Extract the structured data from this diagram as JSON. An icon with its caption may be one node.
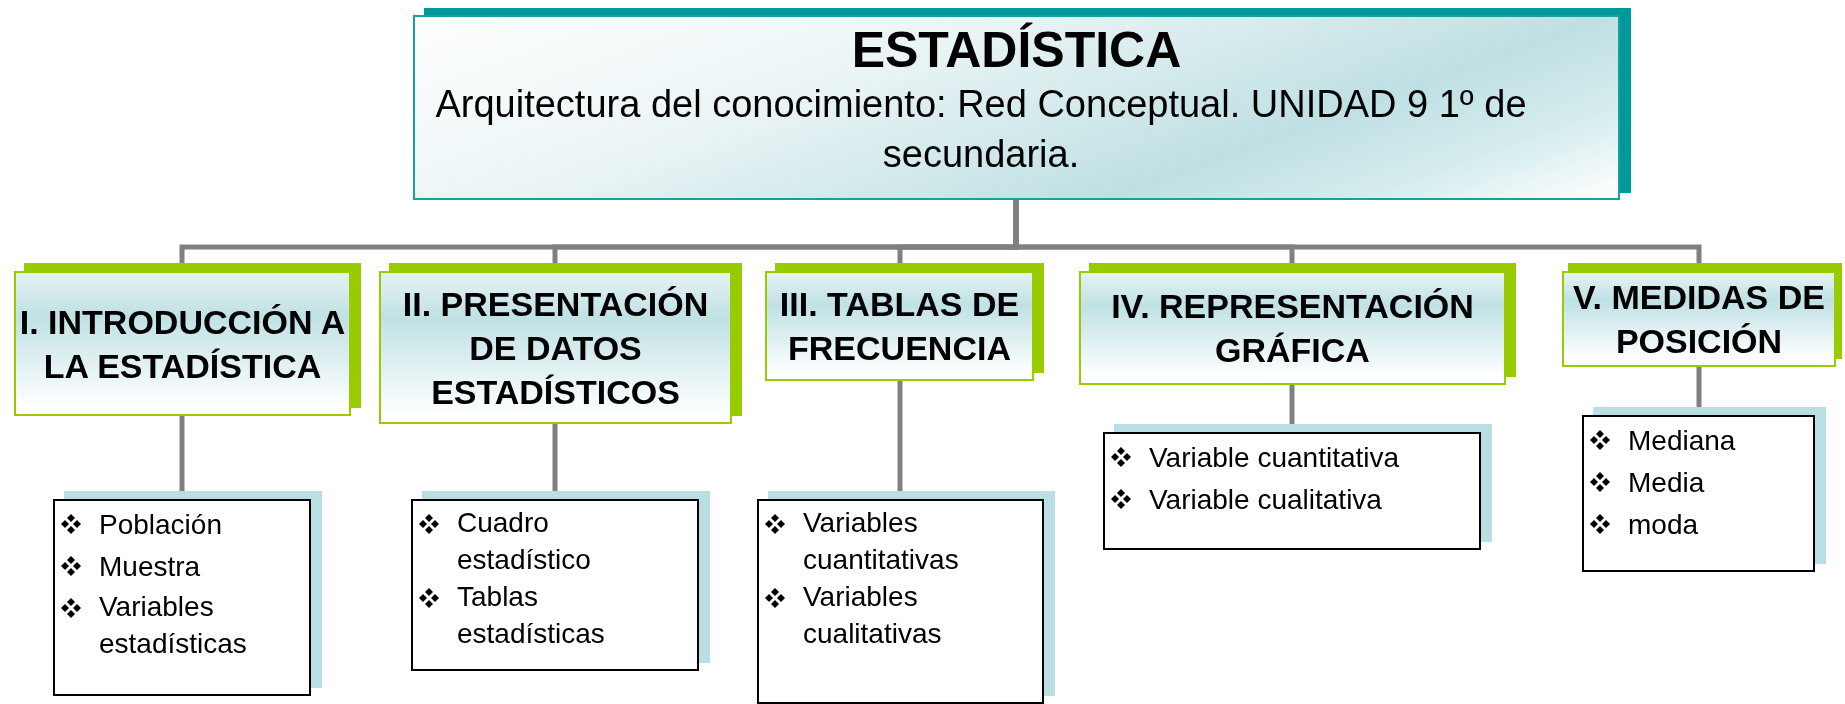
{
  "diagram": {
    "nodes": [
      {
        "text": [
          "ESTADÍSTICA",
          "Arquitectura del conocimiento: Red Conceptual. UNIDAD 9 1º de secundaria."
        ]
      },
      {
        "text": [
          "I. INTRODUCCIÓN A LA ESTADÍSTICA"
        ]
      },
      {
        "text": [
          "II. PRESENTACIÓN DE DATOS ESTADÍSTICOS"
        ]
      },
      {
        "text": [
          "III. TABLAS DE FRECUENCIA"
        ]
      },
      {
        "text": [
          "IV. REPRESENTACIÓN GRÁFICA"
        ]
      },
      {
        "text": [
          "V. MEDIDAS DE POSICIÓN"
        ]
      },
      {
        "text": [
          "Población",
          "Muestra",
          "Variables estadísticas"
        ]
      },
      {
        "text": [
          "Cuadro estadístico",
          "Tablas estadísticas"
        ]
      },
      {
        "text": [
          "Variables cuantitativas",
          "Variables cualitativas"
        ]
      },
      {
        "text": [
          "Variable cuantitativa",
          "Variable cualitativa"
        ]
      },
      {
        "text": [
          "Mediana",
          "Media",
          "moda"
        ]
      }
    ],
    "edges": [
      {
        "from": 0,
        "to": 1,
        "arrow": "none"
      },
      {
        "from": 0,
        "to": 2,
        "arrow": "none"
      },
      {
        "from": 0,
        "to": 3,
        "arrow": "none"
      },
      {
        "from": 0,
        "to": 4,
        "arrow": "none"
      },
      {
        "from": 0,
        "to": 5,
        "arrow": "none"
      },
      {
        "from": 1,
        "to": 6,
        "arrow": "none"
      },
      {
        "from": 2,
        "to": 7,
        "arrow": "none"
      },
      {
        "from": 3,
        "to": 8,
        "arrow": "none"
      },
      {
        "from": 4,
        "to": 9,
        "arrow": "none"
      },
      {
        "from": 5,
        "to": 10,
        "arrow": "none"
      }
    ]
  }
}
